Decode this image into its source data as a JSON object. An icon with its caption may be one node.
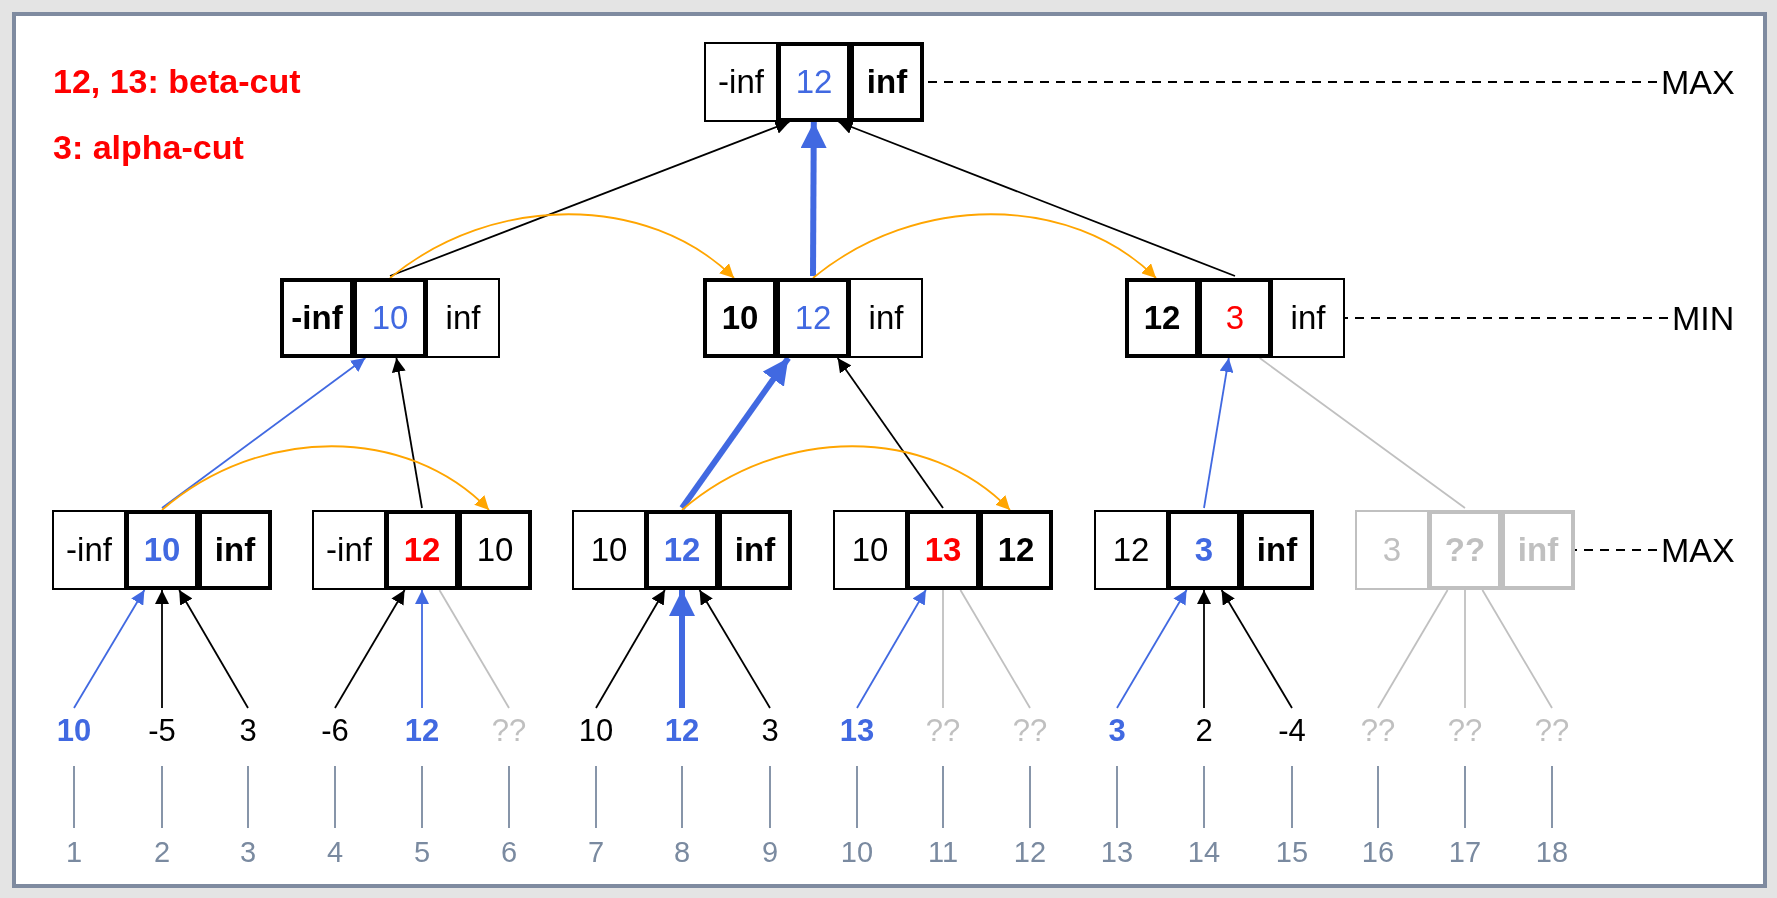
{
  "diagram": {
    "nodes": [
      {
        "text": [
          "-inf"
        ]
      },
      {
        "text": [
          "12"
        ]
      },
      {
        "text": [
          "inf"
        ]
      },
      {
        "text": [
          "MAX"
        ]
      },
      {
        "text": [
          "-inf"
        ]
      },
      {
        "text": [
          "10"
        ]
      },
      {
        "text": [
          "inf"
        ]
      },
      {
        "text": [
          "10"
        ]
      },
      {
        "text": [
          "12"
        ]
      },
      {
        "text": [
          "inf"
        ]
      },
      {
        "text": [
          "12"
        ]
      },
      {
        "text": [
          "3"
        ]
      },
      {
        "text": [
          "inf"
        ]
      },
      {
        "text": [
          "MIN"
        ]
      },
      {
        "text": [
          "-inf"
        ]
      },
      {
        "text": [
          "10"
        ]
      },
      {
        "text": [
          "inf"
        ]
      },
      {
        "text": [
          "-inf"
        ]
      },
      {
        "text": [
          "12"
        ]
      },
      {
        "text": [
          "10"
        ]
      },
      {
        "text": [
          "10"
        ]
      },
      {
        "text": [
          "12"
        ]
      },
      {
        "text": [
          "inf"
        ]
      },
      {
        "text": [
          "10"
        ]
      },
      {
        "text": [
          "13"
        ]
      },
      {
        "text": [
          "12"
        ]
      },
      {
        "text": [
          "12"
        ]
      },
      {
        "text": [
          "3"
        ]
      },
      {
        "text": [
          "inf"
        ]
      },
      {
        "text": [
          "3"
        ]
      },
      {
        "text": [
          "??"
        ]
      },
      {
        "text": [
          "inf"
        ]
      },
      {
        "text": [
          "MAX"
        ]
      },
      {
        "text": [
          "10"
        ]
      },
      {
        "text": [
          "-5"
        ]
      },
      {
        "text": [
          "3"
        ]
      },
      {
        "text": [
          "-6"
        ]
      },
      {
        "text": [
          "12"
        ]
      },
      {
        "text": [
          "??"
        ]
      },
      {
        "text": [
          "10"
        ]
      },
      {
        "text": [
          "12"
        ]
      },
      {
        "text": [
          "3"
        ]
      },
      {
        "text": [
          "13"
        ]
      },
      {
        "text": [
          "??"
        ]
      },
      {
        "text": [
          "??"
        ]
      },
      {
        "text": [
          "3"
        ]
      },
      {
        "text": [
          "2"
        ]
      },
      {
        "text": [
          "-4"
        ]
      },
      {
        "text": [
          "??"
        ]
      },
      {
        "text": [
          "??"
        ]
      },
      {
        "text": [
          "??"
        ]
      },
      {
        "text": [
          "1"
        ]
      },
      {
        "text": [
          "2"
        ]
      },
      {
        "text": [
          "3"
        ]
      },
      {
        "text": [
          "4"
        ]
      },
      {
        "text": [
          "5"
        ]
      },
      {
        "text": [
          "6"
        ]
      },
      {
        "text": [
          "7"
        ]
      },
      {
        "text": [
          "8"
        ]
      },
      {
        "text": [
          "9"
        ]
      },
      {
        "text": [
          "10"
        ]
      },
      {
        "text": [
          "11"
        ]
      },
      {
        "text": [
          "12"
        ]
      },
      {
        "text": [
          "13"
        ]
      },
      {
        "text": [
          "14"
        ]
      },
      {
        "text": [
          "15"
        ]
      },
      {
        "text": [
          "16"
        ]
      },
      {
        "text": [
          "17"
        ]
      },
      {
        "text": [
          "18"
        ]
      }
    ],
    "edges": [
      {
        "from": 33,
        "to": 15,
        "arrow": "to",
        "color": "#4169e1"
      },
      {
        "from": 34,
        "to": 15,
        "arrow": "to",
        "color": "#000000"
      },
      {
        "from": 35,
        "to": 15,
        "arrow": "to",
        "color": "#000000"
      },
      {
        "from": 36,
        "to": 18,
        "arrow": "to",
        "color": "#000000"
      },
      {
        "from": 37,
        "to": 18,
        "arrow": "to",
        "color": "#4169e1"
      },
      {
        "from": 38,
        "to": 18,
        "arrow": "none",
        "color": "#c0c0c0"
      },
      {
        "from": 39,
        "to": 21,
        "arrow": "to",
        "color": "#000000"
      },
      {
        "from": 40,
        "to": 21,
        "arrow": "to",
        "style": "thick",
        "color": "#4169e1"
      },
      {
        "from": 41,
        "to": 21,
        "arrow": "to",
        "color": "#000000"
      },
      {
        "from": 42,
        "to": 24,
        "arrow": "to",
        "color": "#4169e1"
      },
      {
        "from": 43,
        "to": 24,
        "arrow": "none",
        "color": "#c0c0c0"
      },
      {
        "from": 44,
        "to": 24,
        "arrow": "none",
        "color": "#c0c0c0"
      },
      {
        "from": 45,
        "to": 27,
        "arrow": "to",
        "color": "#4169e1"
      },
      {
        "from": 46,
        "to": 27,
        "arrow": "to",
        "color": "#000000"
      },
      {
        "from": 47,
        "to": 27,
        "arrow": "to",
        "color": "#000000"
      },
      {
        "from": 48,
        "to": 30,
        "arrow": "none",
        "color": "#c0c0c0"
      },
      {
        "from": 49,
        "to": 30,
        "arrow": "none",
        "color": "#c0c0c0"
      },
      {
        "from": 50,
        "to": 30,
        "arrow": "none",
        "color": "#c0c0c0"
      },
      {
        "from": 15,
        "to": 5,
        "arrow": "to",
        "color": "#4169e1"
      },
      {
        "from": 18,
        "to": 5,
        "arrow": "to",
        "color": "#000000"
      },
      {
        "from": 21,
        "to": 8,
        "arrow": "to",
        "style": "thick",
        "color": "#4169e1"
      },
      {
        "from": 24,
        "to": 8,
        "arrow": "to",
        "color": "#000000"
      },
      {
        "from": 27,
        "to": 11,
        "arrow": "to",
        "color": "#4169e1"
      },
      {
        "from": 30,
        "to": 11,
        "arrow": "none",
        "color": "#c0c0c0"
      },
      {
        "from": 5,
        "to": 1,
        "arrow": "to",
        "color": "#000000"
      },
      {
        "from": 8,
        "to": 1,
        "arrow": "to",
        "style": "thick",
        "color": "#4169e1"
      },
      {
        "from": 11,
        "to": 1,
        "arrow": "to",
        "color": "#000000"
      },
      {
        "from": 5,
        "to": 7,
        "arrow": "to",
        "color": "#ffa500"
      },
      {
        "from": 8,
        "to": 10,
        "arrow": "to",
        "color": "#ffa500"
      },
      {
        "from": 15,
        "to": 19,
        "arrow": "to",
        "color": "#ffa500"
      },
      {
        "from": 21,
        "to": 25,
        "arrow": "to",
        "color": "#ffa500"
      },
      {
        "from": 3,
        "to": 2,
        "arrow": "none",
        "style": "dashed",
        "color": "#000000"
      },
      {
        "from": 13,
        "to": 12,
        "arrow": "none",
        "style": "dashed",
        "color": "#000000"
      },
      {
        "from": 32,
        "to": 31,
        "arrow": "none",
        "style": "dashed",
        "color": "#000000"
      },
      {
        "from": 33,
        "to": 51,
        "arrow": "none"
      },
      {
        "from": 34,
        "to": 52,
        "arrow": "none"
      },
      {
        "from": 35,
        "to": 53,
        "arrow": "none"
      },
      {
        "from": 36,
        "to": 54,
        "arrow": "none"
      },
      {
        "from": 37,
        "to": 55,
        "arrow": "none"
      },
      {
        "from": 38,
        "to": 56,
        "arrow": "none"
      },
      {
        "from": 39,
        "to": 57,
        "arrow": "none"
      },
      {
        "from": 40,
        "to": 58,
        "arrow": "none"
      },
      {
        "from": 41,
        "to": 59,
        "arrow": "none"
      },
      {
        "from": 42,
        "to": 60,
        "arrow": "none"
      },
      {
        "from": 43,
        "to": 61,
        "arrow": "none"
      },
      {
        "from": 44,
        "to": 62,
        "arrow": "none"
      },
      {
        "from": 45,
        "to": 63,
        "arrow": "none"
      },
      {
        "from": 46,
        "to": 64,
        "arrow": "none"
      },
      {
        "from": 47,
        "to": 65,
        "arrow": "none"
      },
      {
        "from": 48,
        "to": 66,
        "arrow": "none"
      },
      {
        "from": 49,
        "to": 67,
        "arrow": "none"
      },
      {
        "from": 50,
        "to": 68,
        "arrow": "none"
      }
    ],
    "labels": [
      "12, 13: beta-cut",
      "3: alpha-cut"
    ]
  }
}
